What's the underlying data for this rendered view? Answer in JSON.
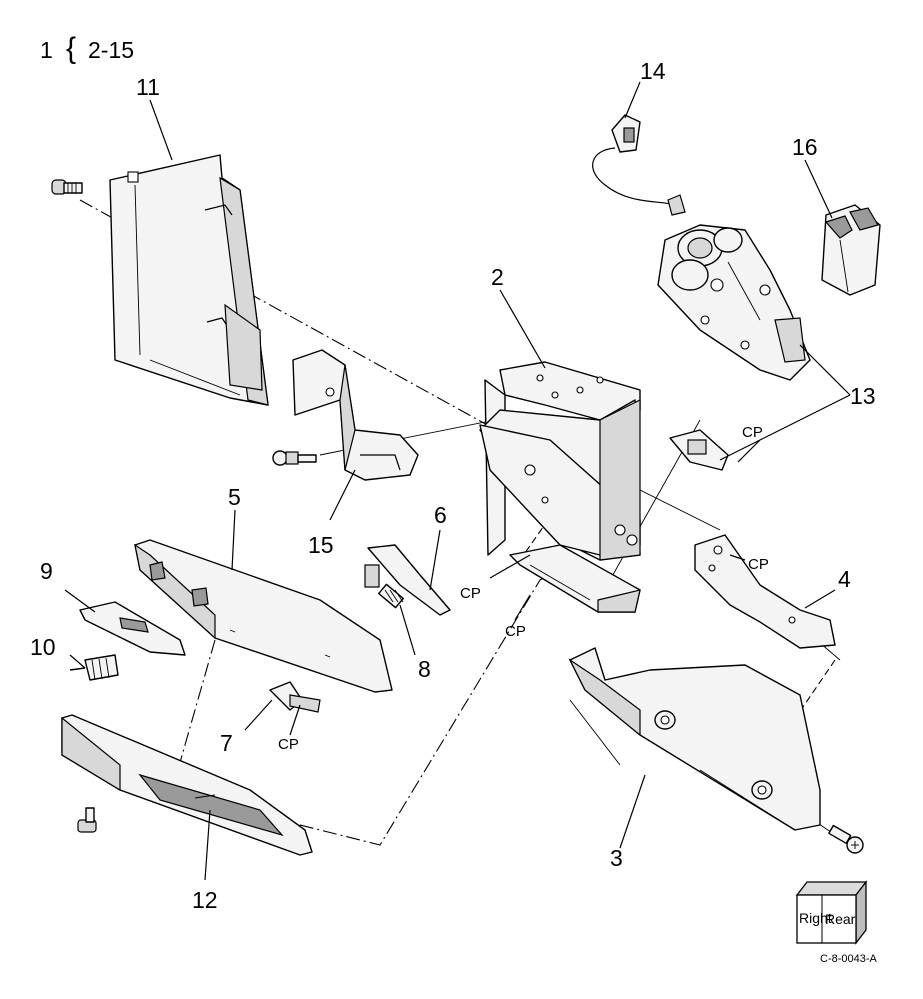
{
  "header": {
    "assembly_number": "1",
    "brace": "{",
    "range": "2-15"
  },
  "callouts": {
    "c2": "2",
    "c3": "3",
    "c4": "4",
    "c5": "5",
    "c6": "6",
    "c7": "7",
    "c8": "8",
    "c9": "9",
    "c10": "10",
    "c11": "11",
    "c12": "12",
    "c13": "13",
    "c14": "14",
    "c15": "15",
    "c16": "16"
  },
  "cp_labels": {
    "cp_connector": "CP",
    "cp_left": "CP",
    "cp_bottom": "CP",
    "cp_bracket4": "CP",
    "cp_part7": "CP"
  },
  "orientation_cube": {
    "left_face": "Right",
    "right_face": "Rear"
  },
  "figure_code": "C-8-0043-A"
}
